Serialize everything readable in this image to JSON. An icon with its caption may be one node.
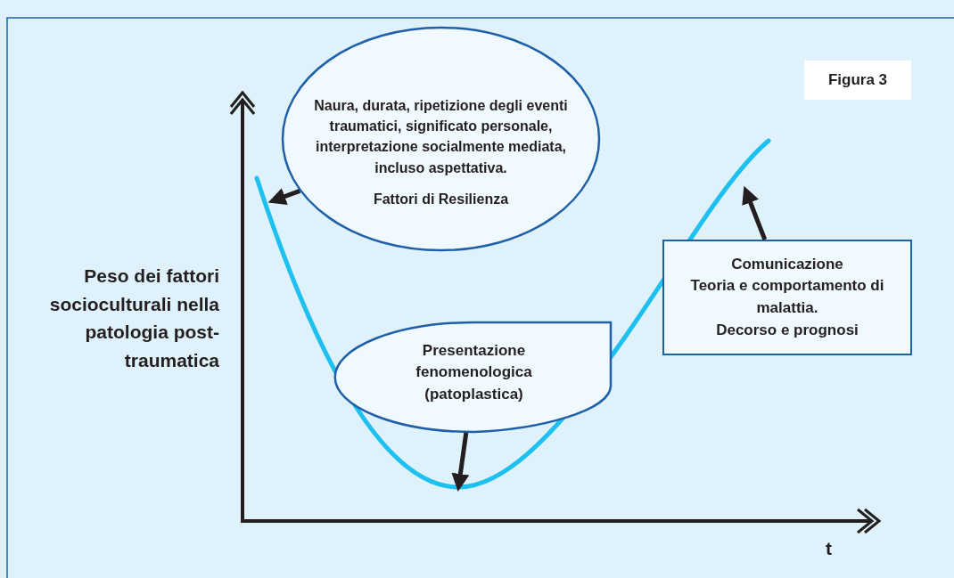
{
  "diagram": {
    "nodes": [
      {
        "text": [
          "Figura 3"
        ]
      },
      {
        "text": [
          "Naura, durata, ripetizione degli eventi traumatici, significato personale, interpretazione socialmente mediata, incluso aspettativa.",
          "Fattori di Resilienza"
        ]
      },
      {
        "text": [
          "Presentazione fenomenologica (patoplastica)"
        ]
      },
      {
        "text": [
          "Comunicazione",
          "Teoria e comportamento di malattia.",
          "Decorso e prognosi"
        ]
      }
    ],
    "edges": [
      {
        "from": 1,
        "to": null,
        "arrow": "to"
      },
      {
        "from": 2,
        "to": null,
        "arrow": "to"
      },
      {
        "from": 3,
        "to": null,
        "arrow": "to"
      }
    ],
    "labels": [
      "Peso dei fattori socioculturali nella patologia post-traumatica",
      "t"
    ]
  }
}
